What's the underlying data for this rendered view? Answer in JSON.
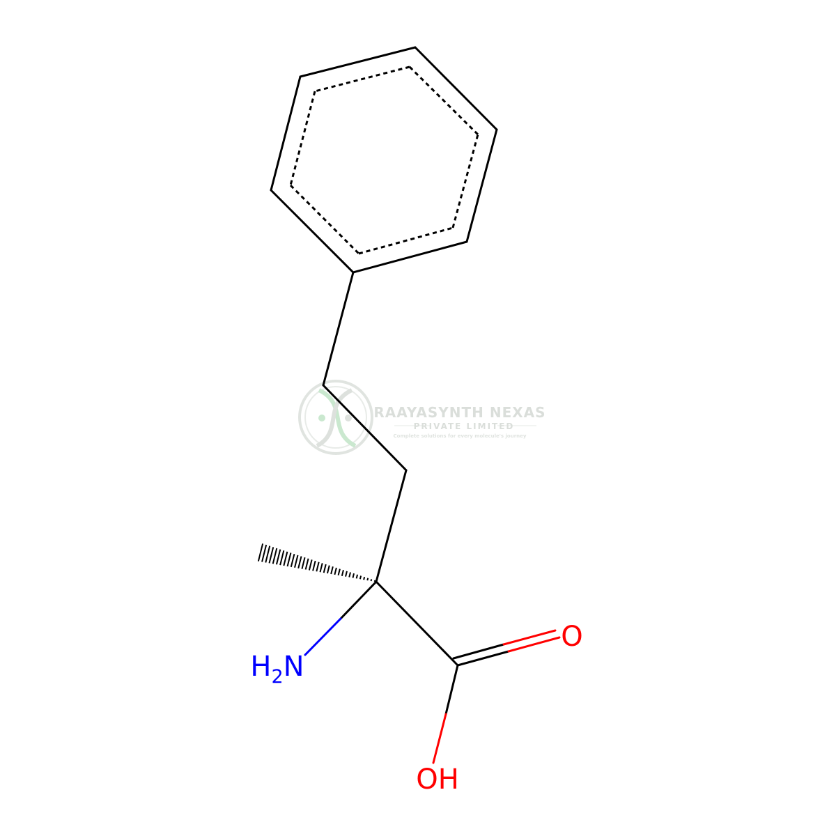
{
  "molecule": {
    "atoms": {
      "amine": {
        "main": "H",
        "sub": "2",
        "tail": "N"
      },
      "carbonyl_oxygen": "O",
      "hydroxyl": "OH"
    },
    "colors": {
      "bond": "#000000",
      "nitrogen": "#0000ff",
      "oxygen": "#ff0000"
    }
  },
  "watermark": {
    "title": "RAAYASYNTH NEXAS",
    "subtitle": "PRIVATE LIMITED",
    "tagline": "Complete solutions for every molecule's journey",
    "color": "#b9c3b9",
    "accent": "#8fd19e"
  }
}
